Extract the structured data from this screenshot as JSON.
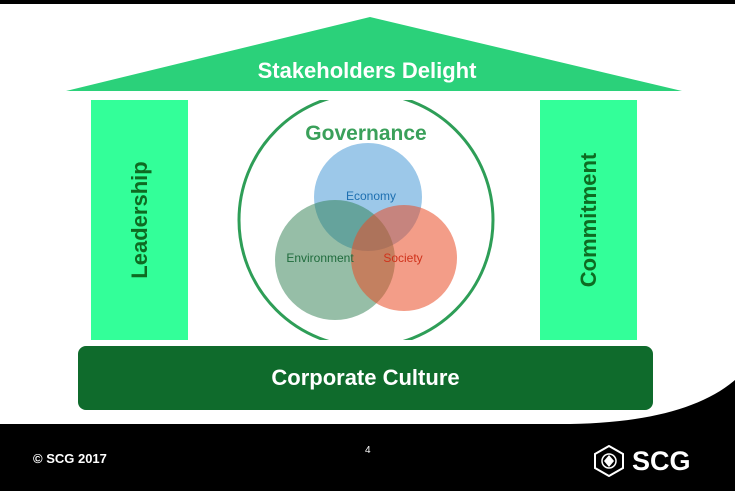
{
  "roof": {
    "label": "Stakeholders Delight"
  },
  "pillars": {
    "left": "Leadership",
    "right": "Commitment"
  },
  "venn": {
    "title": "Governance",
    "circles": [
      {
        "label": "Economy",
        "color": "#3a91d4"
      },
      {
        "label": "Environment",
        "color": "#2e7d4f"
      },
      {
        "label": "Society",
        "color": "#d0321b"
      }
    ]
  },
  "base": {
    "label": "Corporate Culture"
  },
  "footer": {
    "copyright": "© SCG 2017",
    "page_number": "4",
    "logo_text": "SCG"
  },
  "colors": {
    "roof": "#2bd17a",
    "pillar": "#33ff99",
    "base": "#0f6b2c",
    "footer": "#000000"
  }
}
